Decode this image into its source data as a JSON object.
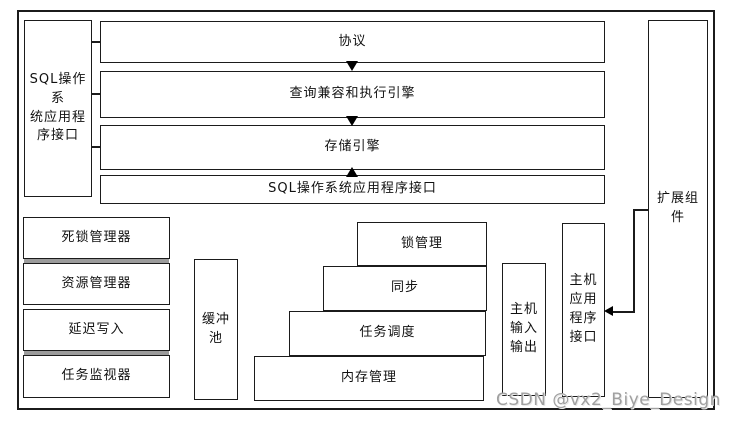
{
  "diagram": {
    "left_api_box": {
      "label": "SQL操作系\n统应用程\n序接口"
    },
    "top_rows": [
      {
        "label": "协议"
      },
      {
        "label": "查询兼容和执行引擎"
      },
      {
        "label": "存储引擎"
      },
      {
        "label": "SQL操作系统应用程序接口"
      }
    ],
    "extension_box": {
      "label": "扩展组\n件"
    },
    "left_stack": [
      {
        "label": "死锁管理器"
      },
      {
        "label": "资源管理器"
      },
      {
        "label": "延迟写入"
      },
      {
        "label": "任务监视器"
      }
    ],
    "buffer_pool": {
      "label": "缓冲\n池"
    },
    "pyramid": [
      {
        "label": "锁管理"
      },
      {
        "label": "同步"
      },
      {
        "label": "任务调度"
      },
      {
        "label": "内存管理"
      }
    ],
    "host_io_box": {
      "label": "主机\n输入\n输出"
    },
    "host_api_box": {
      "label": "主机\n应用\n程序\n接口"
    },
    "colors": {
      "line": "#1b1b1b",
      "shadow_bar": "#9b9b9b",
      "watermark": "#a0a0a0"
    },
    "watermark": "CSDN @vx2_Biye_Design"
  }
}
